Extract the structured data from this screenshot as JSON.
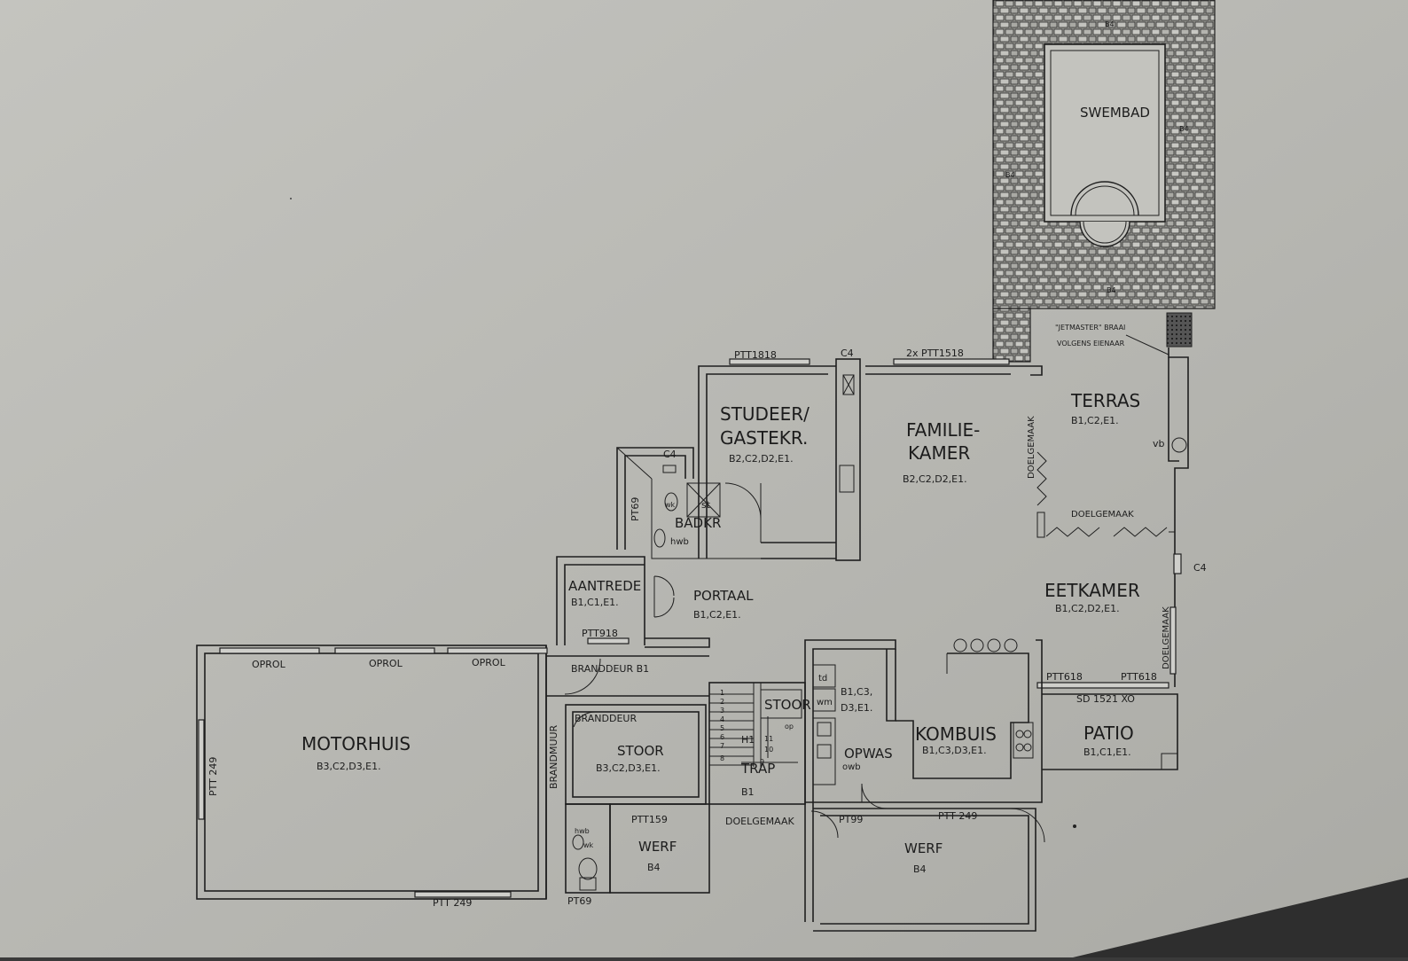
{
  "colors": {
    "paper": "#b9b9b4",
    "ink": "#1f1f1f",
    "tiles": "#8a8a86",
    "background": "#3a3a3a"
  },
  "rooms": {
    "swembad": "SWEMBAD",
    "terras": "TERRAS",
    "terras_code": "B1,C2,E1.",
    "studeer1": "STUDEER/",
    "studeer2": "GASTEKR.",
    "studeer_code": "B2,C2,D2,E1.",
    "familie1": "FAMILIE-",
    "familie2": "KAMER",
    "familie_code": "B2,C2,D2,E1.",
    "badkr": "BADKR",
    "aantrede": "AANTREDE",
    "aantrede_code": "B1,C1,E1.",
    "portaal": "PORTAAL",
    "portaal_code": "B1,C2,E1.",
    "eetkamer": "EETKAMER",
    "eetkamer_code": "B1,C2,D2,E1.",
    "motorhuis": "MOTORHUIS",
    "motorhuis_code": "B3,C2,D3,E1.",
    "stoor": "STOOR",
    "stoor_code": "B3,C2,D3,E1.",
    "stoor_small": "STOOR",
    "trap": "TRAP",
    "opwas": "OPWAS",
    "kombuis": "KOMBUIS",
    "kombuis_code": "B1,C3,D3,E1.",
    "opwas_code1": "B1,C3,",
    "opwas_code2": "D3,E1.",
    "patio": "PATIO",
    "patio_code": "B1,C1,E1.",
    "werf1": "WERF",
    "werf1_code": "B4",
    "werf2": "WERF",
    "werf2_code": "B4"
  },
  "labels": {
    "jetmaster1": "\"JETMASTER\" BRAAI",
    "jetmaster2": "VOLGENS EIENAAR",
    "ptt1818": "PTT1818",
    "c4_top": "C4",
    "ptt1518": "2x PTT1518",
    "c4_bad": "C4",
    "c4_right": "C4",
    "pt69_left": "PT69",
    "wk": "wk",
    "st": "st",
    "hwb": "hwb",
    "doelgemaak_v": "DOELGEMAAK",
    "doelgemaak_h": "DOELGEMAAK",
    "doelgemaak_eet": "DOELGEMAAK",
    "doelgemaak_bottom": "DOELGEMAAK",
    "vb": "vb",
    "ptt918": "PTT918",
    "oprol1": "OPROL",
    "oprol2": "OPROL",
    "oprol3": "OPROL",
    "branddeur1": "BRANDDEUR  B1",
    "branddeur2": "BRANDDEUR",
    "brandmuur": "BRANDMUUR",
    "ptt249_left": "PTT 249",
    "ptt249_bottom": "PTT 249",
    "ptt249_werf": "PTT 249",
    "ptt618a": "PTT618",
    "ptt618b": "PTT618",
    "sd1521": "SD 1521 XO",
    "td": "td",
    "wm": "wm",
    "owb": "owb",
    "op": "op",
    "h1": "H1",
    "b1_trap": "B1",
    "pt159": "PTT159",
    "pt99": "PT99",
    "pt69_bottom": "PT69",
    "hwb2": "hwb",
    "wk2": "wk",
    "b4_a": "B4",
    "b4_b": "B4",
    "b4_c": "B4",
    "b4_d": "B4",
    "step1": "1",
    "step2": "2",
    "step3": "3",
    "step4": "4",
    "step5": "5",
    "step6": "6",
    "step7": "7",
    "step8": "8",
    "step9": "9",
    "step10": "10",
    "step11": "11"
  }
}
